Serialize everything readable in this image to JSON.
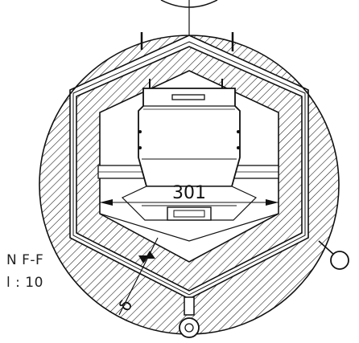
{
  "drawing": {
    "section_label": "N F-F",
    "scale_label": "l : 10",
    "dimension_width": "301",
    "thickness_label": "δ"
  },
  "colors": {
    "line": "#111111",
    "background": "#ffffff"
  }
}
